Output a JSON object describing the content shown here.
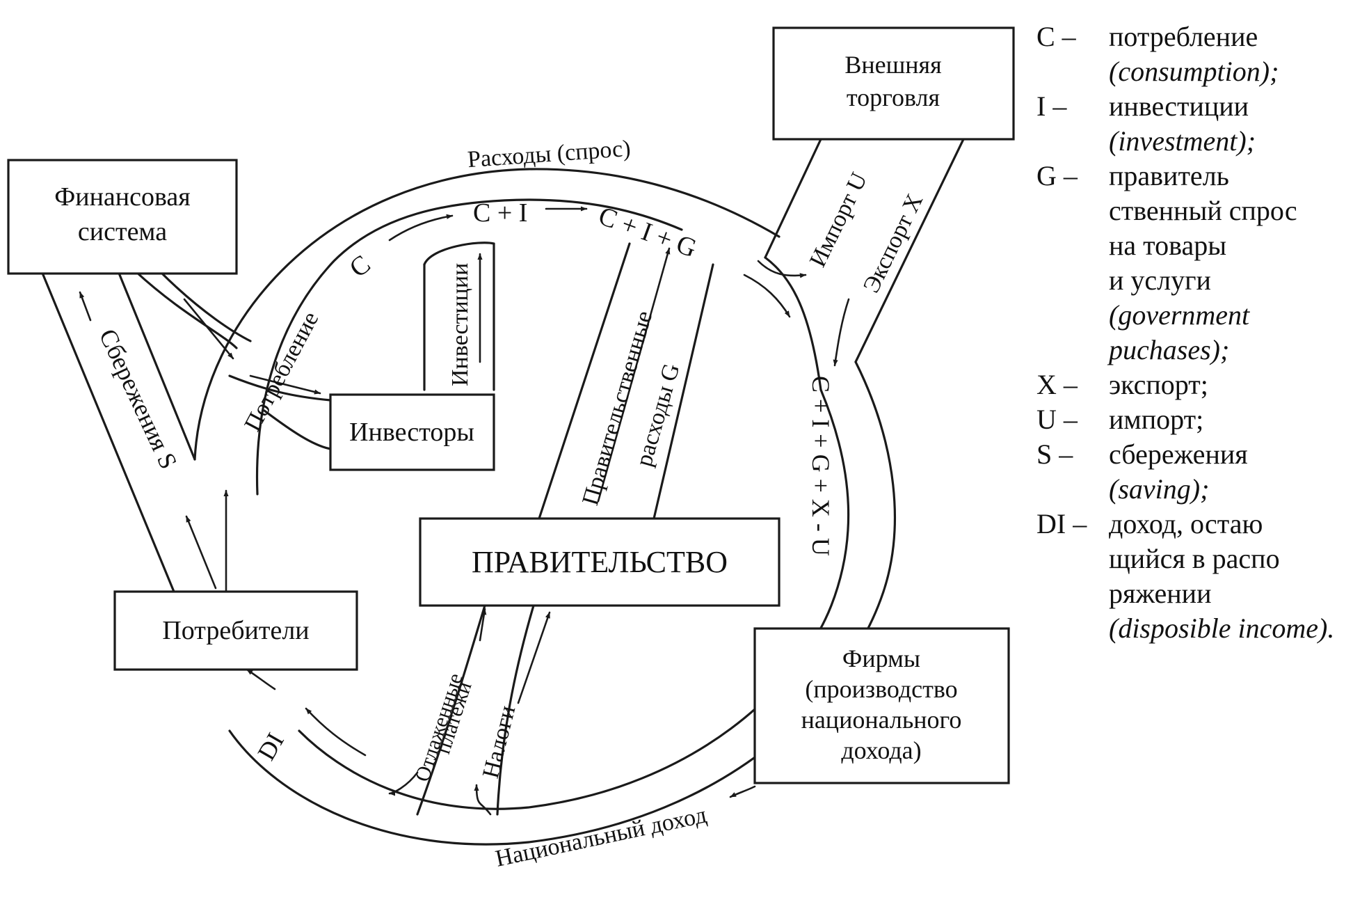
{
  "nodes": {
    "financial": [
      "Финансовая",
      "система"
    ],
    "foreign": [
      "Внешняя",
      "торговля"
    ],
    "investors": "Инвесторы",
    "consumers": "Потребители",
    "government": "ПРАВИТЕЛЬСТВО",
    "firms": [
      "Фирмы",
      "(производство",
      "национального",
      "дохода)"
    ]
  },
  "flows": {
    "spending": "Расходы  (спрос)",
    "consumption_c": "C",
    "consumption": "Потребление",
    "c_plus_i": "C + I",
    "c_i_g": "C + I + G",
    "investment": "Инвестиции",
    "gov_spending": [
      "Правительственные",
      "расходы G"
    ],
    "import": "Импорт U",
    "export": "Экспорт X",
    "total": "C + I + G + X - U",
    "savings": "Сбережения S",
    "di": "DI",
    "transfers": [
      "Отлаженные",
      "платежи"
    ],
    "taxes": "Налоги",
    "national_income": "Национальный доход"
  },
  "legend": [
    {
      "symbol": "C –",
      "text": [
        "потребление"
      ],
      "en": [
        "(consumption);"
      ]
    },
    {
      "symbol": "I –",
      "text": [
        "инвестиции"
      ],
      "en": [
        "(investment);"
      ]
    },
    {
      "symbol": "G –",
      "text": [
        "правитель",
        "ственный спрос",
        "на товары",
        "и услуги"
      ],
      "en": [
        "(government",
        "puchases);"
      ]
    },
    {
      "symbol": "X –",
      "text": [
        "экспорт;"
      ],
      "en": []
    },
    {
      "symbol": "U –",
      "text": [
        "импорт;"
      ],
      "en": []
    },
    {
      "symbol": "S –",
      "text": [
        "сбережения"
      ],
      "en": [
        "(saving);"
      ]
    },
    {
      "symbol": "DI –",
      "text": [
        "доход, остаю",
        "щийся в распо",
        "ряжении"
      ],
      "en": [
        "(disposible income)."
      ]
    }
  ]
}
